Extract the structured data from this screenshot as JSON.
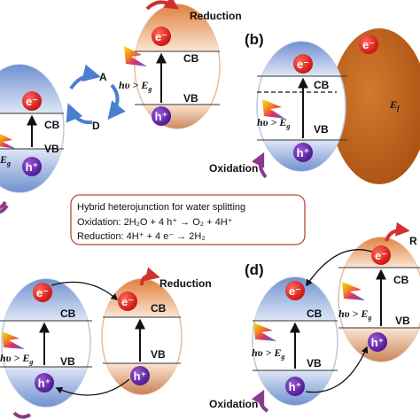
{
  "colors": {
    "cb_blue": "#7f9fd6",
    "vb_blue": "#7f9fd6",
    "cb_orange": "#e8a060",
    "metal_orange": "#c0651e",
    "electron_red": "#e21b1b",
    "hole_purple": "#6b2aa8",
    "arrow_purple": "#8b3a8b",
    "arrow_red": "#d0302e",
    "cycle_blue": "#4a7fcf",
    "box_border": "#b24a3a"
  },
  "labels": {
    "reduction": "Reduction",
    "oxidation": "Oxidation",
    "cb": "CB",
    "vb": "VB",
    "electron": "e⁻",
    "hole": "h⁺",
    "photon": "hυ > E",
    "photon_sub": "g",
    "eg": "E",
    "eg_sub": "g",
    "ef": "E",
    "ef_sub": "f",
    "cycle_a": "A",
    "cycle_d": "D",
    "panel_b": "(b)",
    "panel_d": "(d)",
    "r_fragment": "R"
  },
  "info_box": {
    "title": "Hybrid heterojunction for water splitting",
    "oxidation": "Oxidation: 2H₂O + 4 h⁺ → O₂ + 4H⁺",
    "reduction": "Reduction: 4H⁺ + 4 e⁻ → 2H₂"
  }
}
